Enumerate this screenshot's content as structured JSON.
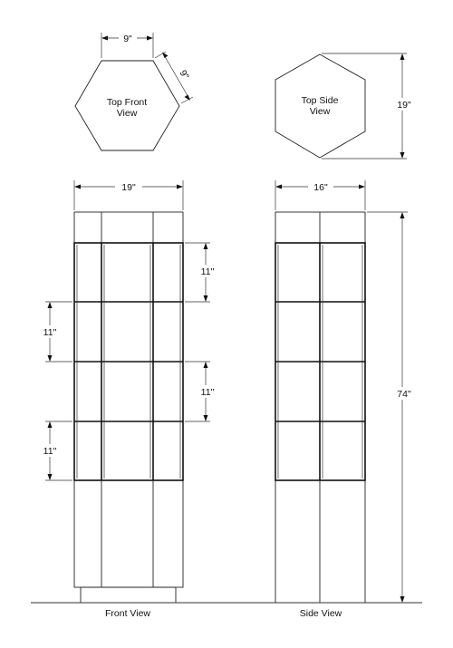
{
  "views": {
    "top_front": {
      "label_line1": "Top Front",
      "label_line2": "View",
      "dim_width": "9\"",
      "dim_side": "9\""
    },
    "top_side": {
      "label_line1": "Top Side",
      "label_line2": "View",
      "dim_height": "19\""
    },
    "front": {
      "label": "Front View",
      "dim_width": "19\"",
      "shelf_dims": [
        "11\"",
        "11\"",
        "11\"",
        "11\""
      ]
    },
    "side": {
      "label": "Side View",
      "dim_width": "16\"",
      "dim_height": "74\""
    }
  }
}
